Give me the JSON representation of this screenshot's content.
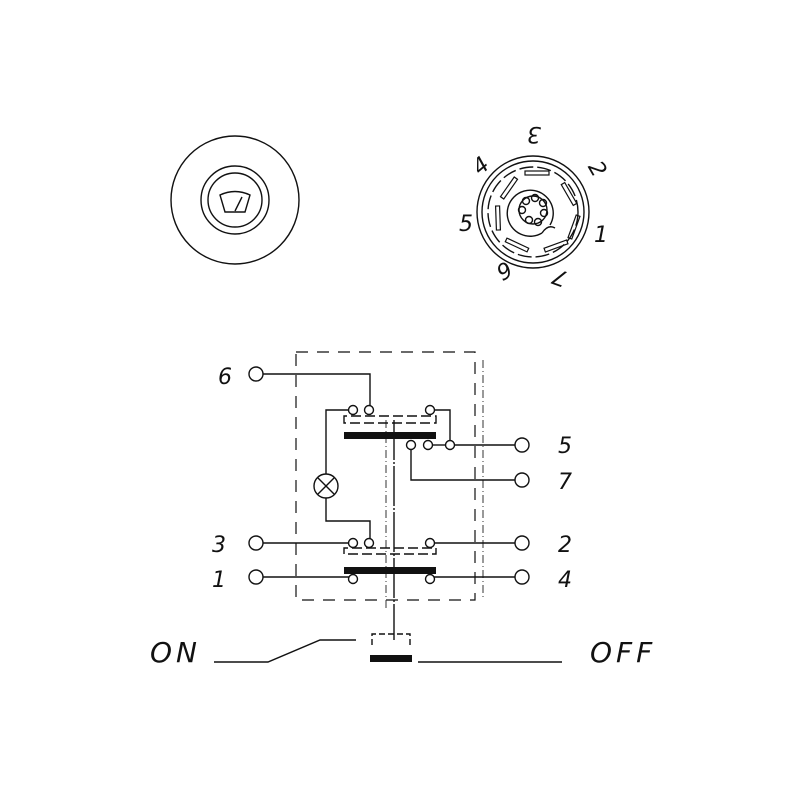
{
  "connector_pin_labels": {
    "p1": "1",
    "p2": "2",
    "p3": "3",
    "p4": "4",
    "p5": "5",
    "p6": "6",
    "p7": "7"
  },
  "terminal_labels": {
    "t6": "6",
    "t3": "3",
    "t1": "1",
    "t5": "5",
    "t7": "7",
    "t2": "2",
    "t4": "4"
  },
  "switch_positions": {
    "on": "ON",
    "off": "OFF"
  },
  "knob_icon": "wiper-icon"
}
